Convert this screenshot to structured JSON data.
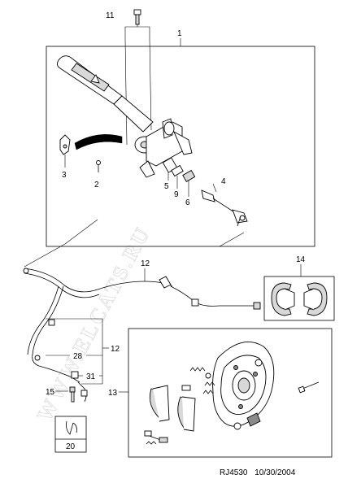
{
  "diagram": {
    "watermark": "WWW.ELCATS.RU",
    "callouts": {
      "c1": "1",
      "c2": "2",
      "c3": "3",
      "c4": "4",
      "c5": "5",
      "c6": "6",
      "c9": "9",
      "c11": "11",
      "c12a": "12",
      "c12b": "12",
      "c13": "13",
      "c14": "14",
      "c15": "15",
      "c20": "20",
      "c28": "28",
      "c31": "31"
    }
  },
  "footer": {
    "code": "RJ4530",
    "date": "10/30/2004"
  }
}
